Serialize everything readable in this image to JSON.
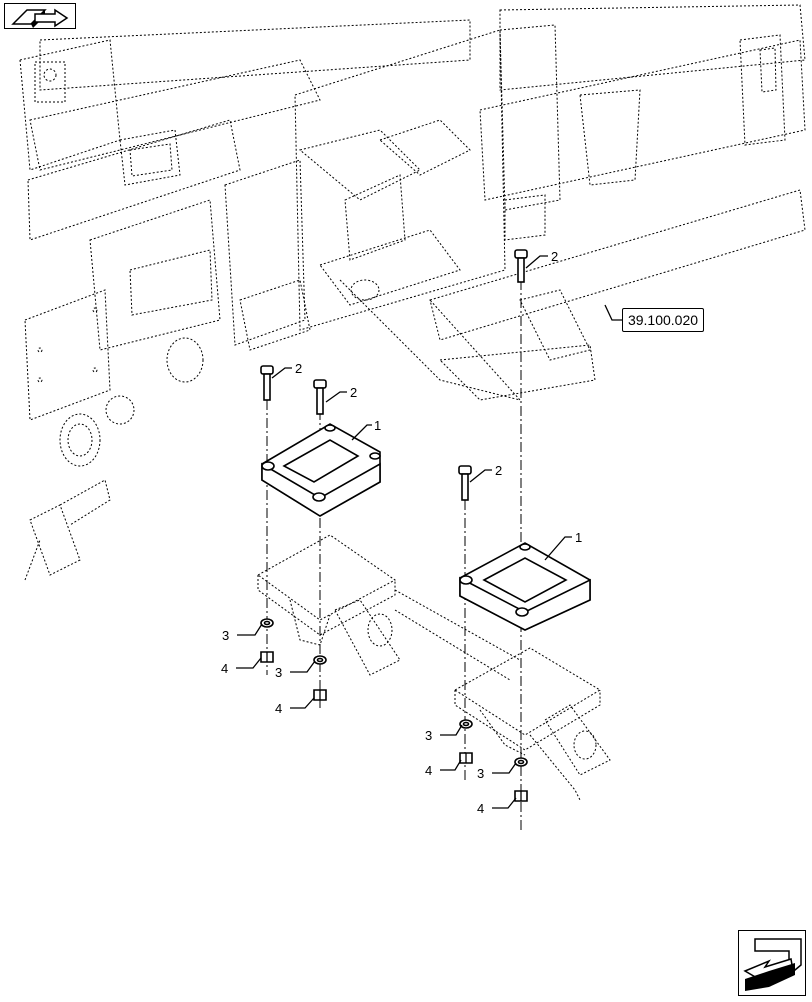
{
  "reference": {
    "label": "39.100.020"
  },
  "callouts": [
    {
      "id": "c1a",
      "text": "1"
    },
    {
      "id": "c1b",
      "text": "1"
    },
    {
      "id": "c2a",
      "text": "2"
    },
    {
      "id": "c2b",
      "text": "2"
    },
    {
      "id": "c2c",
      "text": "2"
    },
    {
      "id": "c2d",
      "text": "2"
    },
    {
      "id": "c3a",
      "text": "3"
    },
    {
      "id": "c3b",
      "text": "3"
    },
    {
      "id": "c3c",
      "text": "3"
    },
    {
      "id": "c3d",
      "text": "3"
    },
    {
      "id": "c4a",
      "text": "4"
    },
    {
      "id": "c4b",
      "text": "4"
    },
    {
      "id": "c4c",
      "text": "4"
    },
    {
      "id": "c4d",
      "text": "4"
    }
  ],
  "icons": {
    "top": "book-arrow-icon",
    "bottom": "next-page-arrow-icon"
  }
}
